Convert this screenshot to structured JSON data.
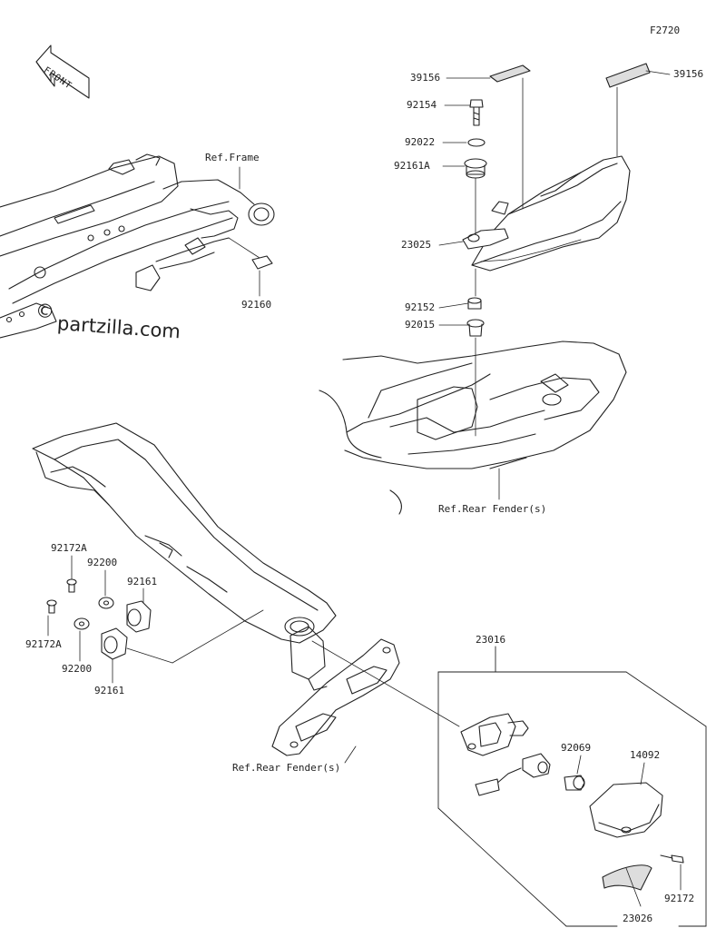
{
  "figure_code": "F2720",
  "front_marker": "FRONT",
  "watermark": {
    "symbol": "©",
    "text": "partzilla.com"
  },
  "refs": {
    "frame": "Ref.Frame",
    "rear_fender_top": "Ref.Rear Fender(s)",
    "rear_fender_bottom": "Ref.Rear Fender(s)"
  },
  "parts": {
    "p39156_left": "39156",
    "p39156_right": "39156",
    "p92154": "92154",
    "p92022": "92022",
    "p92161a": "92161A",
    "p23025": "23025",
    "p92152": "92152",
    "p92015": "92015",
    "p92160": "92160",
    "p92172a_top": "92172A",
    "p92200_top": "92200",
    "p92161_top": "92161",
    "p92172a_bottom": "92172A",
    "p92200_bottom": "92200",
    "p92161_bottom": "92161",
    "p23016": "23016",
    "p92069": "92069",
    "p14092": "14092",
    "p92172": "92172",
    "p23026": "23026"
  }
}
